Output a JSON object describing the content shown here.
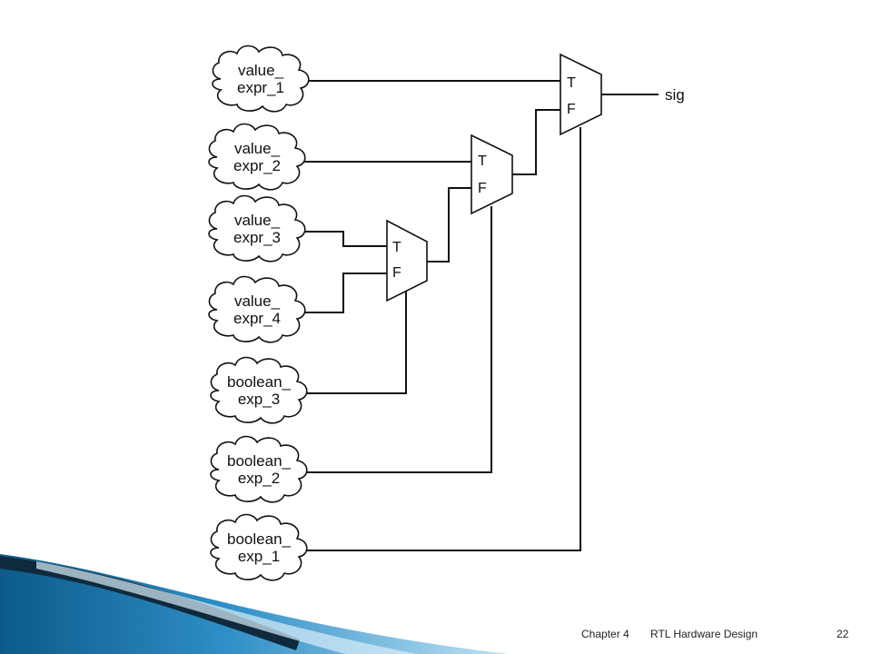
{
  "diagram": {
    "clouds": [
      {
        "line1": "value_",
        "line2": "expr_1"
      },
      {
        "line1": "value_",
        "line2": "expr_2"
      },
      {
        "line1": "value_",
        "line2": "expr_3"
      },
      {
        "line1": "value_",
        "line2": "expr_4"
      },
      {
        "line1": "boolean_",
        "line2": "exp_3"
      },
      {
        "line1": "boolean_",
        "line2": "exp_2"
      },
      {
        "line1": "boolean_",
        "line2": "exp_1"
      }
    ],
    "mux_true_label": "T",
    "mux_false_label": "F",
    "output_label": "sig"
  },
  "footer": {
    "chapter": "Chapter 4",
    "title": "RTL Hardware Design",
    "page": "22"
  },
  "colors": {
    "stroke": "#111111",
    "accent_dark": "#0b5a8a",
    "accent_mid": "#2f8fc6",
    "accent_light": "#9fd0ea"
  }
}
